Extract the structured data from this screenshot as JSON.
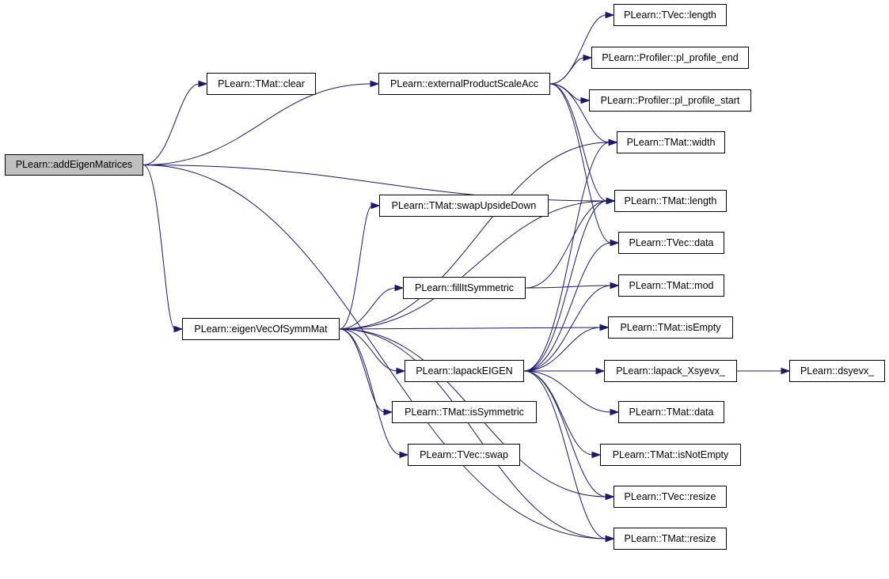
{
  "colors": {
    "edge": "#191970",
    "root_fill": "#bfbfbf",
    "node_fill": "#ffffff",
    "border": "#000000"
  },
  "nodes": {
    "addEigenMatrices": "PLearn::addEigenMatrices",
    "tmat_clear": "PLearn::TMat::clear",
    "externalProductScaleAcc": "PLearn::externalProductScaleAcc",
    "tvec_length": "PLearn::TVec::length",
    "pl_profile_end": "PLearn::Profiler::pl_profile_end",
    "pl_profile_start": "PLearn::Profiler::pl_profile_start",
    "tmat_width": "PLearn::TMat::width",
    "tmat_length": "PLearn::TMat::length",
    "tmat_swapUpsideDown": "PLearn::TMat::swapUpsideDown",
    "tvec_data": "PLearn::TVec::data",
    "fillItSymmetric": "PLearn::fillItSymmetric",
    "tmat_mod": "PLearn::TMat::mod",
    "eigenVecOfSymmMat": "PLearn::eigenVecOfSymmMat",
    "tmat_isEmpty": "PLearn::TMat::isEmpty",
    "lapackEIGEN": "PLearn::lapackEIGEN",
    "lapack_Xsyevx_": "PLearn::lapack_Xsyevx_",
    "dsyevx_": "PLearn::dsyevx_",
    "tmat_data": "PLearn::TMat::data",
    "tmat_isSymmetric": "PLearn::TMat::isSymmetric",
    "tmat_isNotEmpty": "PLearn::TMat::isNotEmpty",
    "tvec_swap": "PLearn::TVec::swap",
    "tvec_resize": "PLearn::TVec::resize",
    "tmat_resize": "PLearn::TMat::resize"
  },
  "edges": [
    [
      "addEigenMatrices",
      "tmat_clear"
    ],
    [
      "addEigenMatrices",
      "externalProductScaleAcc"
    ],
    [
      "addEigenMatrices",
      "tmat_length"
    ],
    [
      "addEigenMatrices",
      "eigenVecOfSymmMat"
    ],
    [
      "addEigenMatrices",
      "tmat_resize"
    ],
    [
      "externalProductScaleAcc",
      "tvec_length"
    ],
    [
      "externalProductScaleAcc",
      "pl_profile_end"
    ],
    [
      "externalProductScaleAcc",
      "pl_profile_start"
    ],
    [
      "externalProductScaleAcc",
      "tmat_width"
    ],
    [
      "externalProductScaleAcc",
      "tmat_length"
    ],
    [
      "externalProductScaleAcc",
      "tvec_data"
    ],
    [
      "eigenVecOfSymmMat",
      "tmat_width"
    ],
    [
      "eigenVecOfSymmMat",
      "tmat_length"
    ],
    [
      "eigenVecOfSymmMat",
      "tmat_swapUpsideDown"
    ],
    [
      "eigenVecOfSymmMat",
      "fillItSymmetric"
    ],
    [
      "eigenVecOfSymmMat",
      "tmat_isEmpty"
    ],
    [
      "eigenVecOfSymmMat",
      "lapackEIGEN"
    ],
    [
      "eigenVecOfSymmMat",
      "tmat_isSymmetric"
    ],
    [
      "eigenVecOfSymmMat",
      "tvec_swap"
    ],
    [
      "eigenVecOfSymmMat",
      "tvec_resize"
    ],
    [
      "eigenVecOfSymmMat",
      "tmat_resize"
    ],
    [
      "fillItSymmetric",
      "tmat_length"
    ],
    [
      "fillItSymmetric",
      "tmat_mod"
    ],
    [
      "lapackEIGEN",
      "tmat_width"
    ],
    [
      "lapackEIGEN",
      "tmat_length"
    ],
    [
      "lapackEIGEN",
      "tvec_data"
    ],
    [
      "lapackEIGEN",
      "tmat_mod"
    ],
    [
      "lapackEIGEN",
      "tmat_isEmpty"
    ],
    [
      "lapackEIGEN",
      "lapack_Xsyevx_"
    ],
    [
      "lapackEIGEN",
      "tmat_data"
    ],
    [
      "lapackEIGEN",
      "tmat_isNotEmpty"
    ],
    [
      "lapackEIGEN",
      "tvec_resize"
    ],
    [
      "lapackEIGEN",
      "tmat_resize"
    ],
    [
      "lapack_Xsyevx_",
      "dsyevx_"
    ]
  ]
}
